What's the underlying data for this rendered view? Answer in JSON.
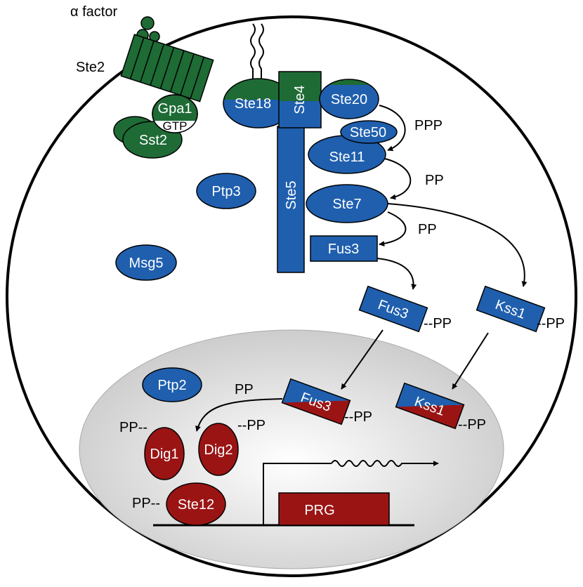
{
  "colors": {
    "blue": "#1f5fae",
    "green": "#1e6b35",
    "red": "#9b1414",
    "nucleus_gray": "#d9d9d9",
    "outline": "#000000"
  },
  "labels": {
    "alpha_factor": "α factor",
    "ste2": "Ste2",
    "gpa1": "Gpa1",
    "gtp": "GTP",
    "sst2": "Sst2",
    "ste18": "Ste18",
    "ste4": "Ste4",
    "ste20": "Ste20",
    "ste50": "Ste50",
    "ste11": "Ste11",
    "ste5": "Ste5",
    "ste7": "Ste7",
    "fus3_scaffold": "Fus3",
    "fus3_cyto": "Fus3",
    "kss1_cyto": "Kss1",
    "fus3_nuc": "Fus3",
    "kss1_nuc": "Kss1",
    "ptp3": "Ptp3",
    "msg5": "Msg5",
    "ptp2": "Ptp2",
    "dig1": "Dig1",
    "dig2": "Dig2",
    "ste12": "Ste12",
    "prg": "PRG",
    "ppp": "PPP",
    "pp_ste11_ste7": "PP",
    "pp_ste7_fus3": "PP",
    "pp_fus3_cyto": "--PP",
    "pp_kss1_cyto": "--PP",
    "pp_fus3_nuc": "--PP",
    "pp_kss1_nuc": "--PP",
    "pp_nuc_arrow": "PP",
    "pp_dig1": "PP--",
    "pp_dig2": "--PP",
    "pp_ste12": "PP--"
  }
}
